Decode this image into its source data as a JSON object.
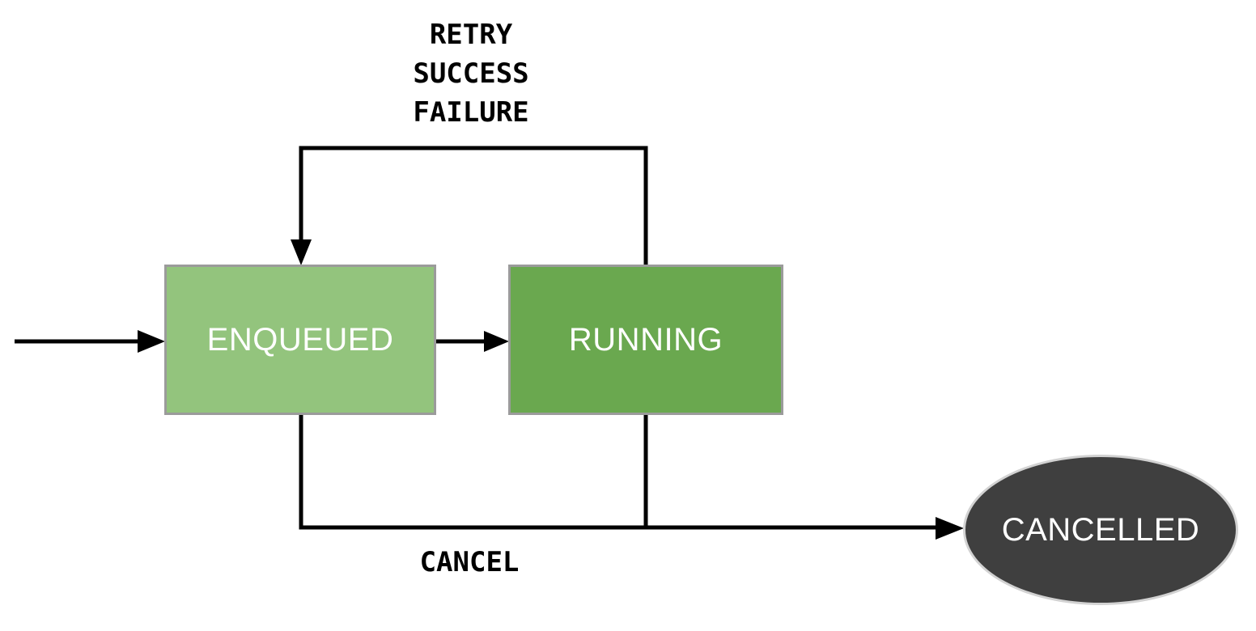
{
  "diagram": {
    "type": "state-machine",
    "background_color": "#ffffff",
    "line_color": "#000000",
    "edge_label_color": "#000000",
    "nodes": [
      {
        "id": "enqueued",
        "label": "ENQUEUED",
        "shape": "rectangle",
        "fill": "#93c47d",
        "border_color": "#9b9b9b",
        "text_color": "#ffffff"
      },
      {
        "id": "running",
        "label": "RUNNING",
        "shape": "rectangle",
        "fill": "#6aa84f",
        "border_color": "#9b9b9b",
        "text_color": "#ffffff"
      },
      {
        "id": "cancelled",
        "label": "CANCELLED",
        "shape": "ellipse",
        "fill": "#3f3f3f",
        "border_color": "#d2d2d2",
        "text_color": "#ffffff"
      }
    ],
    "edges": [
      {
        "id": "start-to-enqueued",
        "from": "start",
        "to": "enqueued",
        "label": ""
      },
      {
        "id": "enqueued-to-running",
        "from": "enqueued",
        "to": "running",
        "label": ""
      },
      {
        "id": "running-to-enqueued-loop",
        "from": "running",
        "to": "enqueued",
        "label_lines": [
          "RETRY",
          "SUCCESS",
          "FAILURE"
        ]
      },
      {
        "id": "to-cancelled",
        "from": "enqueued-and-running",
        "to": "cancelled",
        "label": "CANCEL"
      }
    ]
  }
}
